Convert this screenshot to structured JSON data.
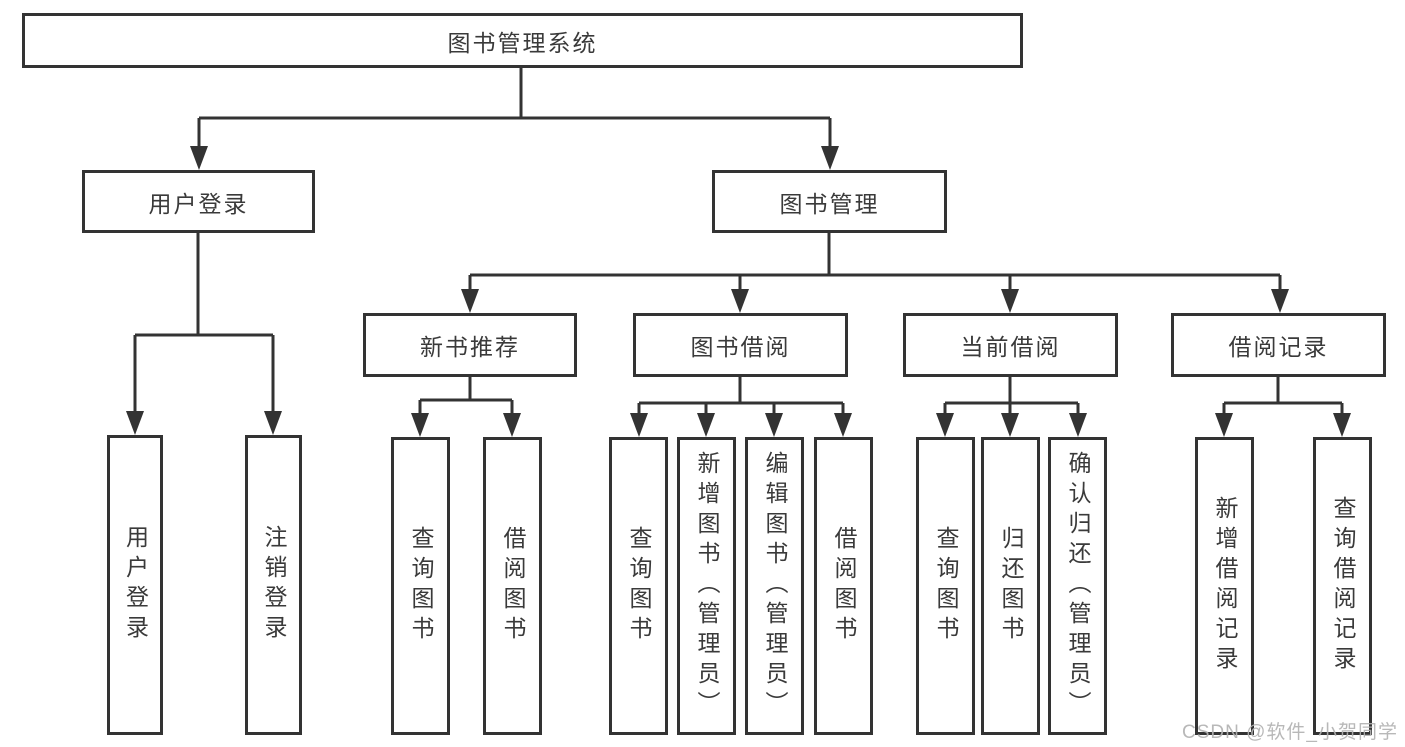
{
  "nodes": {
    "root": "图书管理系统",
    "user_login": "用户登录",
    "book_mgmt": "图书管理",
    "new_book_rec": "新书推荐",
    "book_borrow": "图书借阅",
    "current_borrow": "当前借阅",
    "borrow_records": "借阅记录",
    "leaf_user_login": "用户登录",
    "leaf_logout": "注销登录",
    "rec_query_book": "查询图书",
    "rec_borrow_book": "借阅图书",
    "bb_query_book": "查询图书",
    "bb_add_book": "新增图书（管理员）",
    "bb_edit_book": "编辑图书（管理员）",
    "bb_borrow_book": "借阅图书",
    "cb_query_book": "查询图书",
    "cb_return_book": "归还图书",
    "cb_confirm_return": "确认归还（管理员）",
    "br_add_record": "新增借阅记录",
    "br_query_record": "查询借阅记录"
  },
  "watermark": "CSDN @软件_小贺同学",
  "colors": {
    "line": "#333333",
    "box_border": "#333333",
    "text": "#3a3a3a",
    "background": "#ffffff",
    "watermark": "#b2b2b2"
  }
}
